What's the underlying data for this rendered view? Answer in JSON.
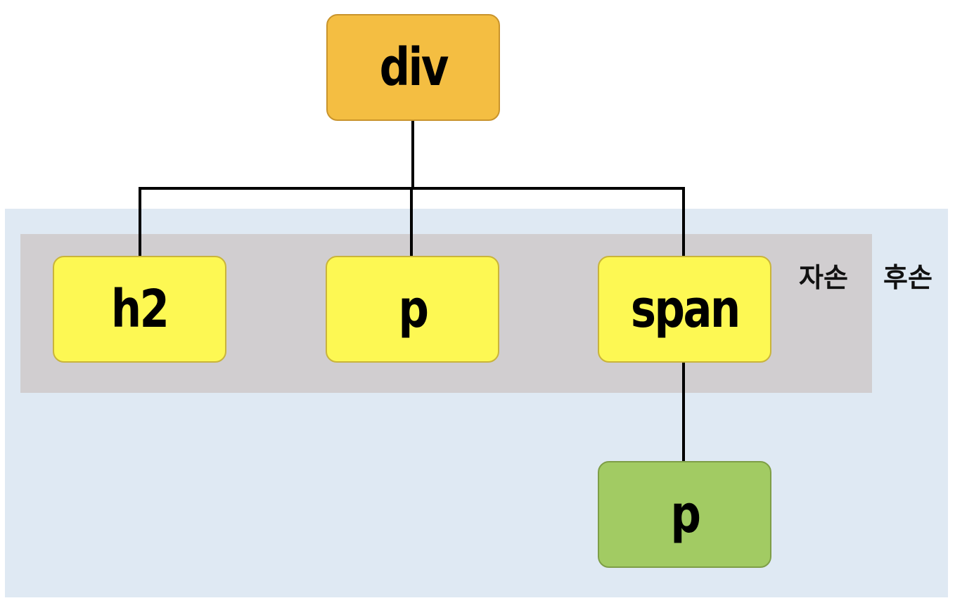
{
  "diagram": {
    "nodes": {
      "div": {
        "label": "div",
        "level": "parent"
      },
      "h2": {
        "label": "h2",
        "level": "child"
      },
      "p1": {
        "label": "p",
        "level": "child"
      },
      "span": {
        "label": "span",
        "level": "child"
      },
      "p2": {
        "label": "p",
        "level": "grandchild"
      }
    },
    "edges": [
      {
        "from": "div",
        "to": "h2"
      },
      {
        "from": "div",
        "to": "p1"
      },
      {
        "from": "div",
        "to": "span"
      },
      {
        "from": "span",
        "to": "p2"
      }
    ],
    "regions": {
      "children": {
        "label": "자손"
      },
      "descendants": {
        "label": "후손"
      }
    }
  },
  "colors": {
    "parent_fill": "#F4BE42",
    "parent_border": "#C9942C",
    "child_fill": "#FDF853",
    "child_border": "#C9B43A",
    "grandchild_fill": "#A2CB63",
    "grandchild_border": "#7E9E47",
    "children_region": "#D1CED0",
    "descendants_region": "#DFE9F3",
    "connector": "#000000"
  }
}
